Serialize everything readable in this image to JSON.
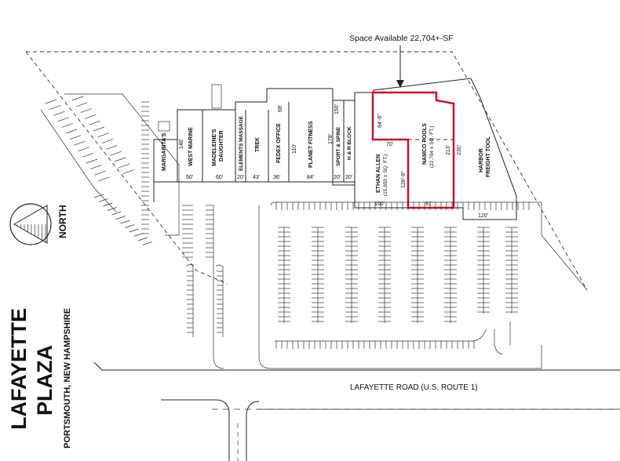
{
  "callout": {
    "text": "Space Available 22,704+-SF"
  },
  "title": {
    "name": "LAFAYETTE PLAZA",
    "location": "PORTSMOUTH, NEW HAMPSHIRE"
  },
  "compass": {
    "label": "NORTH"
  },
  "road": {
    "label": "LAFAYETTE ROAD (U.S. ROUTE 1)"
  },
  "tenants": {
    "margaritas": "MARGARITA'S",
    "west_marine": "WEST MARINE",
    "madeleines_1": "MADELEINE'S",
    "madeleines_2": "DAUGHTER",
    "elements": "ELEMENTS MASSAGE",
    "trek": "TREK",
    "fedex": "FEDEX OFFICE",
    "planet": "PLANET FITNESS",
    "sport": "SPORT & SPINE",
    "hr_block": "H & R BLOCK",
    "ethan_1": "ETHAN ALLEN",
    "ethan_2": "(15,650 ± SQ. FT.)",
    "namco_1": "NAMCO POOLS",
    "namco_2": "(22,704 ± SQ. FT.)",
    "harbor_1": "HARBOR",
    "harbor_2": "FREIGHT TOOL"
  },
  "dims": {
    "d146": "146'",
    "d50": "50'",
    "d60": "60'",
    "d20a": "20'",
    "d43": "43'",
    "d68": "68'",
    "d110": "110'",
    "d36": "36'",
    "d84": "84'",
    "d178": "178'",
    "d150": "150'",
    "d20b": "20'",
    "d20c": "20'",
    "d100": "100'",
    "d84_6": "84'-6\"",
    "d70": "70'",
    "d128_6": "128'-6\"",
    "d81": "81'",
    "d213": "213'",
    "d230": "230'",
    "d120": "120'"
  },
  "colors": {
    "highlight": "#c8102e",
    "linework": "#222222"
  }
}
